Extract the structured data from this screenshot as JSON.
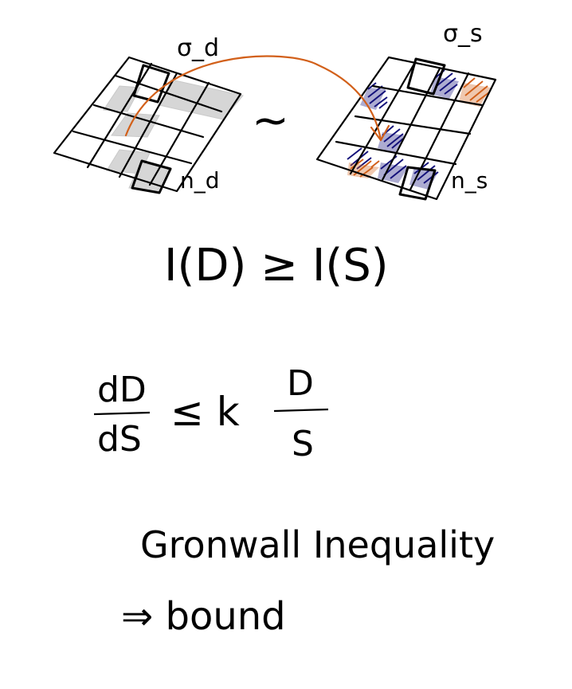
{
  "labels": {
    "sigma_d": "σ_d",
    "sigma_s": "σ_s",
    "n_d": "n_d",
    "n_s": "n_s",
    "tilde": "~",
    "inequality_info": "I(D) ≥ I(S)",
    "fraction_lhs_num": "dD",
    "fraction_lhs_den": "dS",
    "leq_k": "≤ k",
    "fraction_rhs_num": "D",
    "fraction_rhs_den": "S",
    "gronwall": "Gronwall Inequality",
    "implies_bound": "⇒ bound"
  },
  "colors": {
    "ink": "#000000",
    "arrow": "#d2601a",
    "navy": "#14127a",
    "orange": "#d2601a",
    "gray": "#cfcfcf"
  }
}
